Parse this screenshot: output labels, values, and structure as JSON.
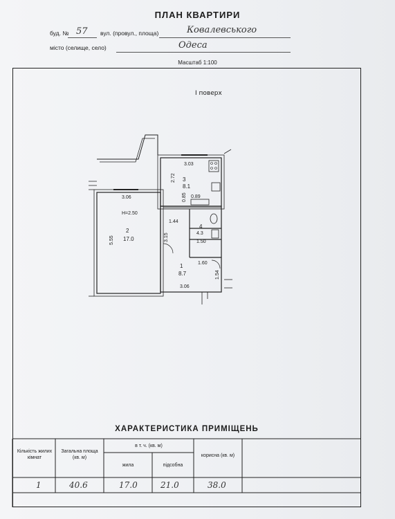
{
  "header": {
    "title": "ПЛАН КВАРТИРИ",
    "building_label": "буд. №",
    "building_number": "57",
    "street_label": "вул. (провул., площа)",
    "street_value": "Ковалевського",
    "city_label": "місто (селище, село)",
    "city_value": "Одеса",
    "scale": "Масштаб 1:100"
  },
  "plan": {
    "floor": "І поверх",
    "dims": {
      "kitchen_width": "3.03",
      "kitchen_height": "2.72",
      "room_width": "3.06",
      "ceiling": "H=2.50",
      "room_height": "5.55",
      "corridor_height": "3.15",
      "bath_width": "1.44",
      "bath_small": "0.85",
      "bath_dim": "0.89",
      "wc_width": "1.50",
      "hall_width": "1.60",
      "hall_height": "1.54",
      "bottom_width": "3.06"
    },
    "rooms": [
      {
        "no": "3",
        "area": "8.1"
      },
      {
        "no": "2",
        "area": "17.0"
      },
      {
        "no": "4",
        "area": "4.3"
      },
      {
        "no": "1",
        "area": "8.7"
      }
    ]
  },
  "characteristics": {
    "title": "ХАРАКТЕРИСТИКА ПРИМІЩЕНЬ",
    "headers": {
      "rooms_count": "Кількість жилих кімнат",
      "total_area": "Загальна площа (кв. м)",
      "in_that": "в т. ч. (кв. м)",
      "living": "жила",
      "auxiliary": "підсобна",
      "useful": "корисна (кв. м)"
    },
    "values": {
      "rooms_count": "1",
      "total_area": "40.6",
      "living": "17.0",
      "auxiliary": "21.0",
      "useful": "38.0"
    }
  }
}
